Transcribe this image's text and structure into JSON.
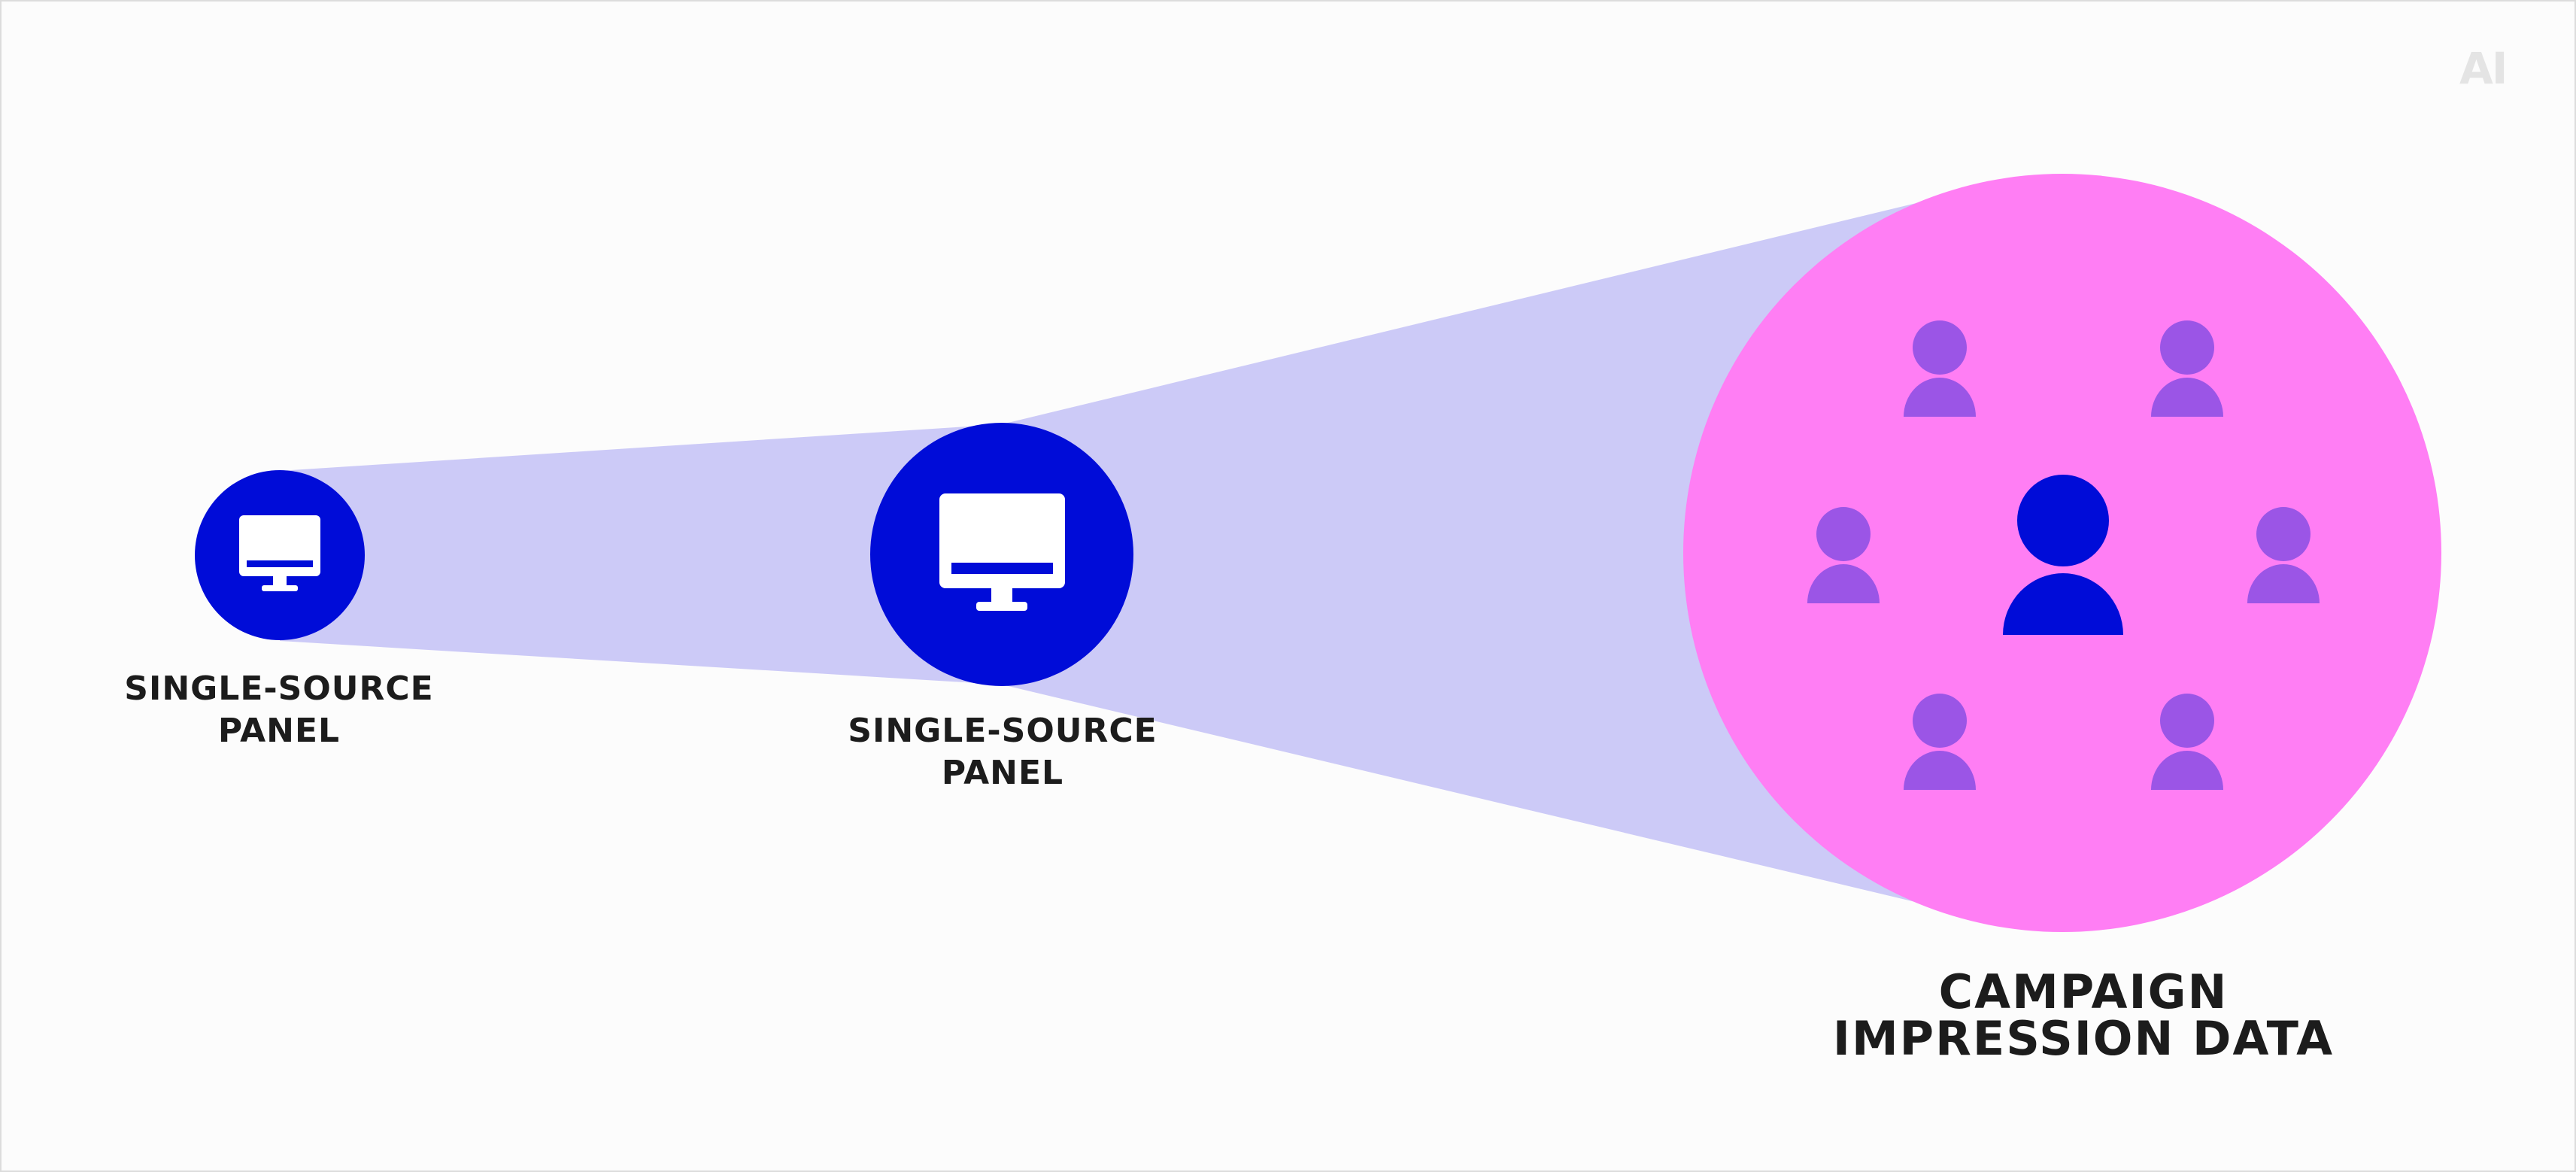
{
  "logo": {
    "text": "AI"
  },
  "panel_small": {
    "label_line1": "SINGLE-SOURCE",
    "label_line2": "PANEL",
    "icon": "monitor-icon"
  },
  "panel_large": {
    "label_line1": "SINGLE-SOURCE",
    "label_line2": "PANEL",
    "icon": "monitor-icon"
  },
  "campaign": {
    "label_line1": "CAMPAIGN",
    "label_line2": "IMPRESSION DATA",
    "center_icon": "person-icon",
    "ring_icon": "person-icon"
  },
  "colors": {
    "panel_blue": "#000cd8",
    "beam": "#cccaf7",
    "campaign_pink": "#ff7ef4",
    "person_purple": "#9b55e6",
    "person_center": "#000cd8",
    "text": "#1c1c1c",
    "background": "#fcfcfc"
  }
}
